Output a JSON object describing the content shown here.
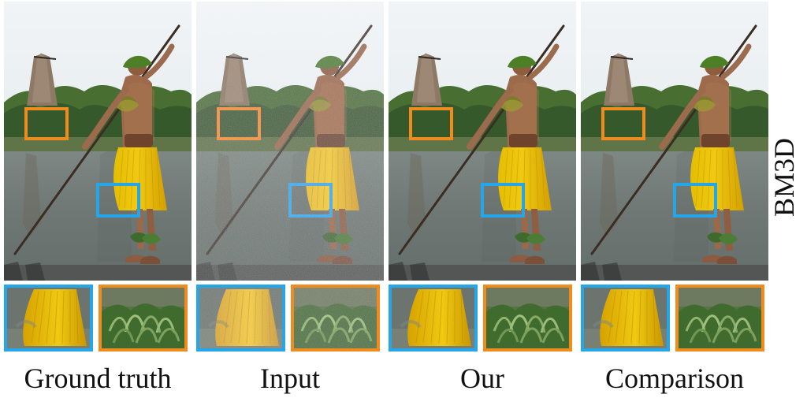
{
  "columns": [
    {
      "caption": "Ground truth",
      "noise": false
    },
    {
      "caption": "Input",
      "noise": true
    },
    {
      "caption": "Our",
      "noise": false
    },
    {
      "caption": "Comparison",
      "noise": false
    }
  ],
  "side_label": "BM3D",
  "colors": {
    "orange_box": "#f08b1d",
    "blue_box": "#25a6e8",
    "skirt": "#f0c912",
    "water": "#6e7774",
    "foliage": "#3e6a2d",
    "sky": "#f1f4f6"
  }
}
